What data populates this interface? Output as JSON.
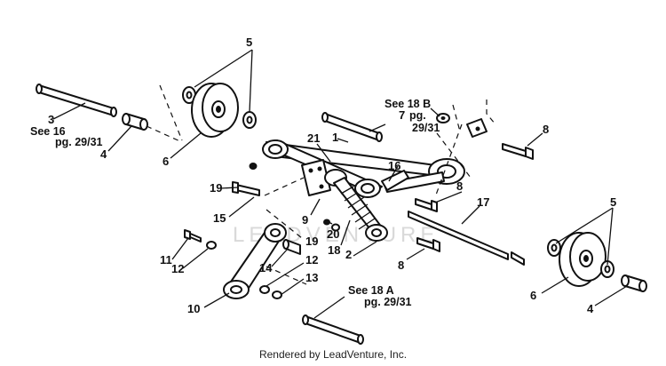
{
  "watermark": "LEADVENTURE",
  "footer": "Rendered by LeadVenture, Inc.",
  "callouts": {
    "c1": "1",
    "c2": "2",
    "c3": "3",
    "c4a": "4",
    "c4b": "4",
    "c5a": "5",
    "c5b": "5",
    "c6a": "6",
    "c6b": "6",
    "c7": "7",
    "c8a": "8",
    "c8b": "8",
    "c8c": "8",
    "c9": "9",
    "c10": "10",
    "c11": "11",
    "c12a": "12",
    "c12b": "12",
    "c13": "13",
    "c14": "14",
    "c15": "15",
    "c16": "16",
    "c17": "17",
    "c18": "18",
    "c19a": "19",
    "c19b": "19",
    "c20": "20",
    "c21": "21"
  },
  "notes": {
    "see16_l1": "See 16",
    "see16_l2": "pg. 29/31",
    "see18b_l1": "See 18 B",
    "see18b_l2": "pg.",
    "see18b_l3": "29/31",
    "see18a_l1": "See 18 A",
    "see18a_l2": "pg. 29/31"
  }
}
